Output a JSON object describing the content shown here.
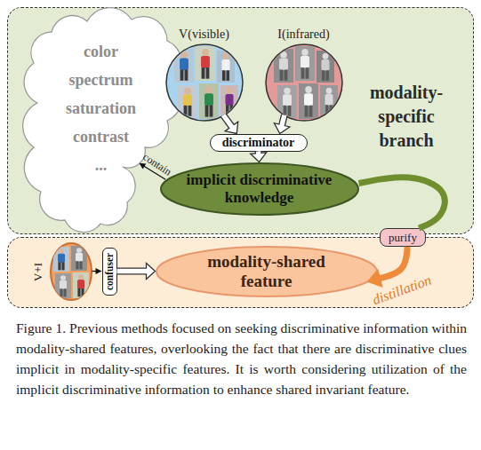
{
  "diagram": {
    "caption": "Figure 1. Previous methods focused on seeking discriminative information within modality-shared features, overlooking the fact that there are discriminative clues implicit in modality-specific features. It is worth considering utilization of the implicit discriminative information to enhance shared invariant feature.",
    "nodes": [
      {
        "text": [
          "modality-specific branch"
        ]
      },
      {
        "text": [
          "color",
          "spectrum",
          "saturation",
          "contrast",
          "..."
        ],
        "in": 0
      },
      {
        "text": [
          "V(visible)"
        ],
        "in": 0
      },
      {
        "text": [
          "I(infrared)"
        ],
        "in": 0
      },
      {
        "text": [
          "discriminator"
        ],
        "in": 0
      },
      {
        "text": [
          "implicit discriminative knowledge"
        ],
        "in": 0
      },
      {
        "text": [
          "purify"
        ]
      },
      {
        "text": []
      },
      {
        "text": [
          "V+I"
        ],
        "in": 7
      },
      {
        "text": [
          "confuser"
        ],
        "in": 7
      },
      {
        "text": [
          "modality-shared feature"
        ],
        "in": 7
      }
    ],
    "edges": [
      {
        "from": 2,
        "to": 4,
        "arrow": "to"
      },
      {
        "from": 3,
        "to": 4,
        "arrow": "to"
      },
      {
        "from": 4,
        "to": 5,
        "arrow": "to"
      },
      {
        "from": 5,
        "to": 1,
        "arrow": "to",
        "label": "contain"
      },
      {
        "from": 8,
        "to": 9,
        "arrow": "to"
      },
      {
        "from": 9,
        "to": 10,
        "arrow": "to"
      },
      {
        "from": 5,
        "to": 6,
        "arrow": "none"
      },
      {
        "from": 6,
        "to": 10,
        "arrow": "to",
        "label": "distillation"
      }
    ]
  }
}
